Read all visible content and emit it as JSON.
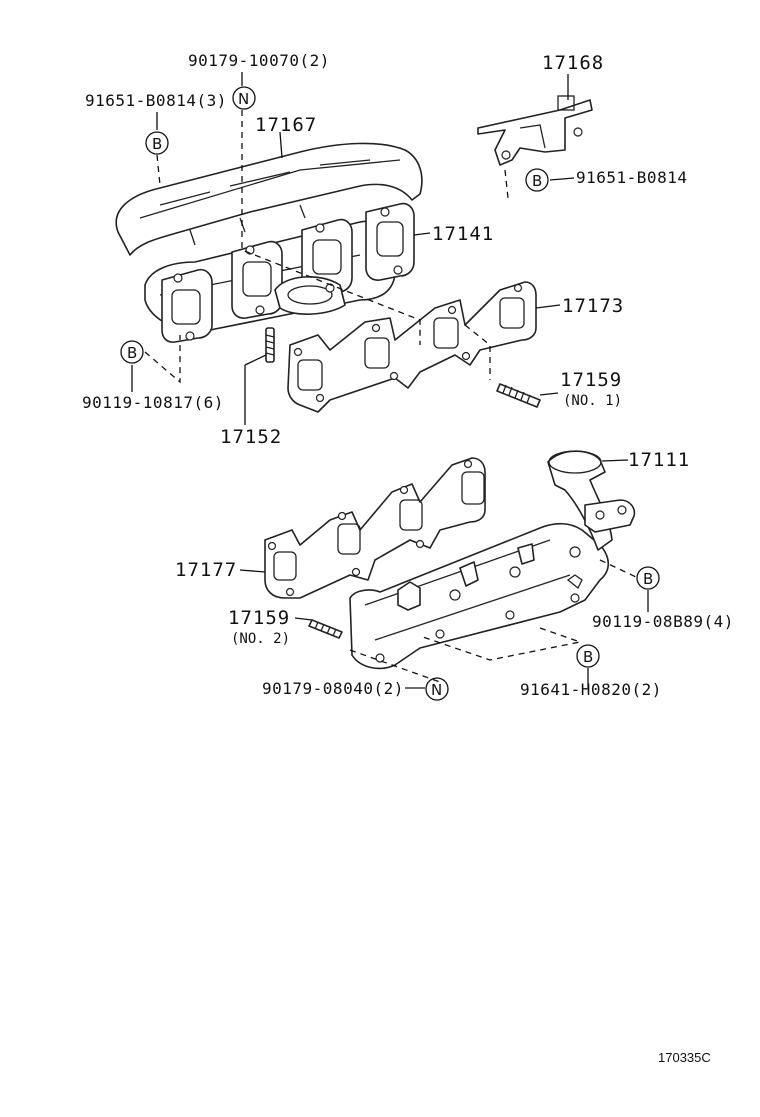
{
  "diagram": {
    "reference_code": "170335C",
    "labels": {
      "p17168": "17168",
      "p17167": "17167",
      "p17141": "17141",
      "p17173": "17173",
      "p17159_a": "17159",
      "p17159_a_note": "(NO. 1)",
      "p17152": "17152",
      "p17111": "17111",
      "p17177": "17177",
      "p17159_b": "17159",
      "p17159_b_note": "(NO. 2)",
      "bolt_90179_10070": "90179-10070(2)",
      "bolt_91651_B0814_3": "91651-B0814(3)",
      "bolt_91651_B0814": "91651-B0814",
      "bolt_90119_10817": "90119-10817(6)",
      "bolt_90119_08B89": "90119-08B89(4)",
      "bolt_90179_08040": "90179-08040(2)",
      "bolt_91641_H0820": "91641-H0820(2)"
    },
    "markers": {
      "b": "B",
      "n": "N"
    }
  }
}
